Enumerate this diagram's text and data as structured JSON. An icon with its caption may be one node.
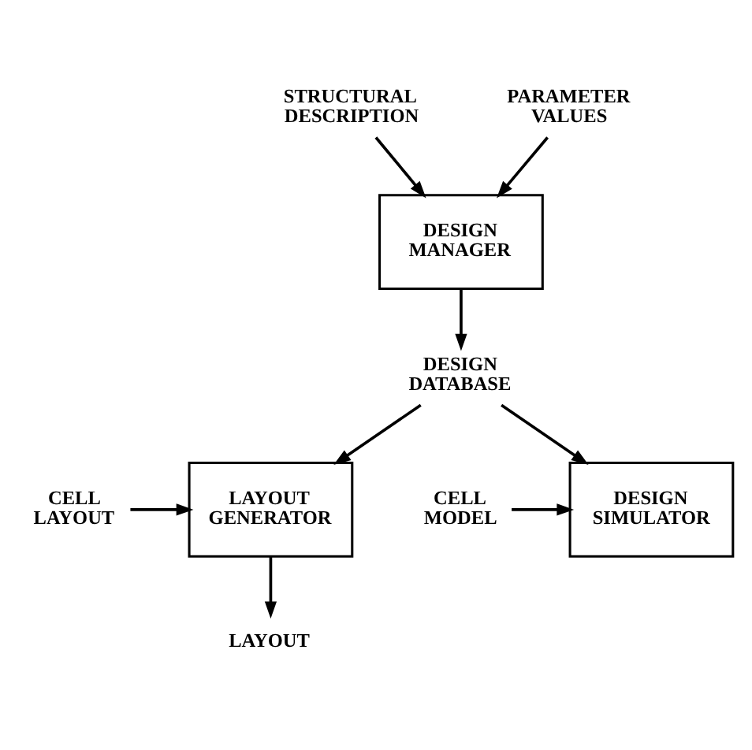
{
  "diagram": {
    "nodes": [
      {
        "text": [
          "STRUCTURAL DESCRIPTION"
        ]
      },
      {
        "text": [
          "PARAMETER VALUES"
        ]
      },
      {
        "text": [
          "DESIGN MANAGER"
        ]
      },
      {
        "text": [
          "DESIGN DATABASE"
        ]
      },
      {
        "text": [
          "LAYOUT GENERATOR"
        ]
      },
      {
        "text": [
          "DESIGN SIMULATOR"
        ]
      },
      {
        "text": [
          "CELL LAYOUT"
        ]
      },
      {
        "text": [
          "CELL MODEL"
        ]
      },
      {
        "text": [
          "LAYOUT"
        ]
      }
    ],
    "edges": [
      {
        "from": 1,
        "to": 2,
        "arrow": "to"
      },
      {
        "from": 0,
        "to": 2,
        "arrow": "to"
      },
      {
        "from": 2,
        "to": 3,
        "arrow": "to"
      },
      {
        "from": 3,
        "to": 4,
        "arrow": "to"
      },
      {
        "from": 3,
        "to": 5,
        "arrow": "to"
      },
      {
        "from": 6,
        "to": 4,
        "arrow": "to"
      },
      {
        "from": 7,
        "to": 5,
        "arrow": "to"
      },
      {
        "from": 4,
        "to": 8,
        "arrow": "to"
      }
    ]
  }
}
